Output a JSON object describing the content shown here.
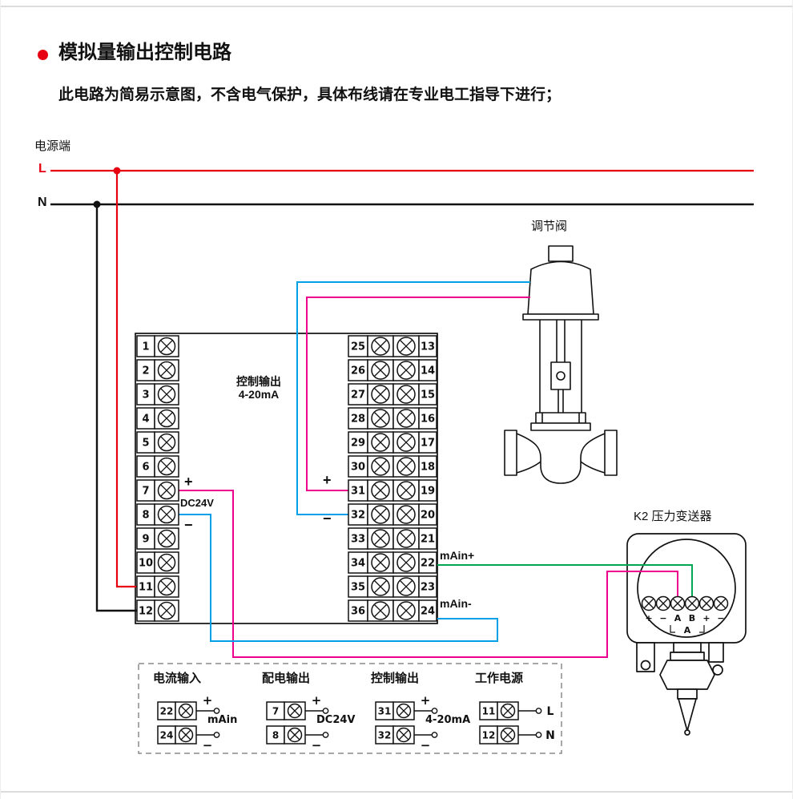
{
  "header": {
    "title": "模拟量输出控制电路",
    "subtitle": "此电路为简易示意图，不含电气保护，具体布线请在专业电工指导下进行；"
  },
  "power": {
    "label": "电源端",
    "l": "L",
    "n": "N"
  },
  "terminal_block": {
    "left": [
      "1",
      "2",
      "3",
      "4",
      "5",
      "6",
      "7",
      "8",
      "9",
      "10",
      "11",
      "12"
    ],
    "mid": [
      "25",
      "26",
      "27",
      "28",
      "29",
      "30",
      "31",
      "32",
      "33",
      "34",
      "35",
      "36"
    ],
    "right": [
      "13",
      "14",
      "15",
      "16",
      "17",
      "18",
      "19",
      "20",
      "21",
      "22",
      "23",
      "24"
    ],
    "control_output_label": "控制输出",
    "control_output_range": "4-20mA",
    "dc24v_plus": "+",
    "dc24v_label": "DC24V",
    "dc24v_minus": "−",
    "out_plus": "+",
    "out_minus": "−",
    "main_plus": "mAin+",
    "main_minus": "mAin-"
  },
  "valve": {
    "label": "调节阀"
  },
  "transmitter": {
    "label": "K2 压力变送器",
    "terminals": [
      "+",
      "−",
      "A",
      "B",
      "+",
      "−"
    ],
    "bottom_mark": "A"
  },
  "legend": {
    "groups": [
      {
        "title": "电流输入",
        "rows": [
          {
            "no": "22",
            "sign": "+"
          },
          {
            "no": "24",
            "sign": "−"
          }
        ],
        "center": "mAin",
        "sign_side": "ends"
      },
      {
        "title": "配电输出",
        "rows": [
          {
            "no": "7",
            "sign": "+"
          },
          {
            "no": "8",
            "sign": "−"
          }
        ],
        "center": "DC24V",
        "sign_side": "ends"
      },
      {
        "title": "控制输出",
        "rows": [
          {
            "no": "31",
            "sign": "+"
          },
          {
            "no": "32",
            "sign": "−"
          }
        ],
        "center": "4-20mA",
        "sign_side": "ends"
      },
      {
        "title": "工作电源",
        "rows": [
          {
            "no": "11",
            "sign": "L"
          },
          {
            "no": "12",
            "sign": "N"
          }
        ],
        "center": "",
        "sign_side": "right"
      }
    ]
  },
  "colors": {
    "red": "#e60012",
    "black": "#111111",
    "magenta": "#ec008c",
    "cyan": "#00a0e9",
    "green": "#00a651"
  }
}
